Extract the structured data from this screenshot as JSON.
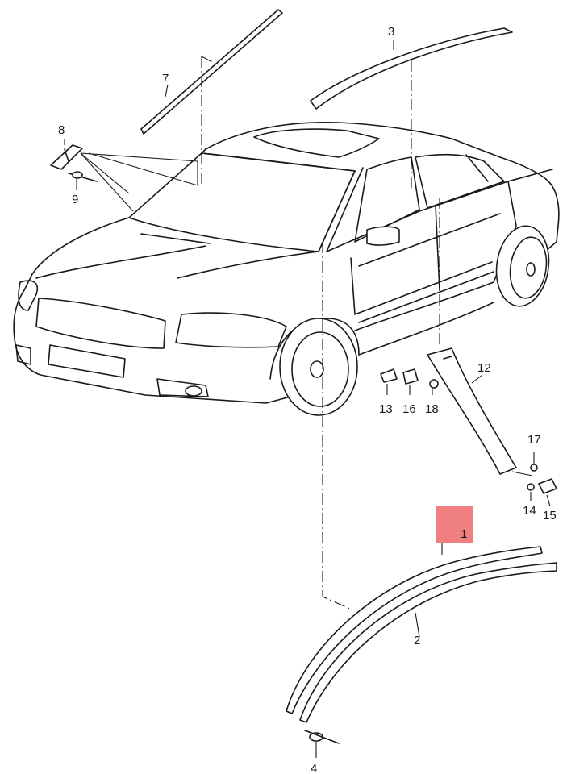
{
  "callouts": [
    {
      "id": "1",
      "label": "1"
    },
    {
      "id": "2",
      "label": "2"
    },
    {
      "id": "3",
      "label": "3"
    },
    {
      "id": "4",
      "label": "4"
    },
    {
      "id": "7",
      "label": "7"
    },
    {
      "id": "8",
      "label": "8"
    },
    {
      "id": "9",
      "label": "9"
    },
    {
      "id": "12",
      "label": "12"
    },
    {
      "id": "13",
      "label": "13"
    },
    {
      "id": "14",
      "label": "14"
    },
    {
      "id": "15",
      "label": "15"
    },
    {
      "id": "16",
      "label": "16"
    },
    {
      "id": "17",
      "label": "17"
    },
    {
      "id": "18",
      "label": "18"
    }
  ],
  "highlight": {
    "target": "1",
    "color": "#f08080"
  },
  "colors": {
    "line": "#1a1a1a",
    "background": "#ffffff"
  }
}
